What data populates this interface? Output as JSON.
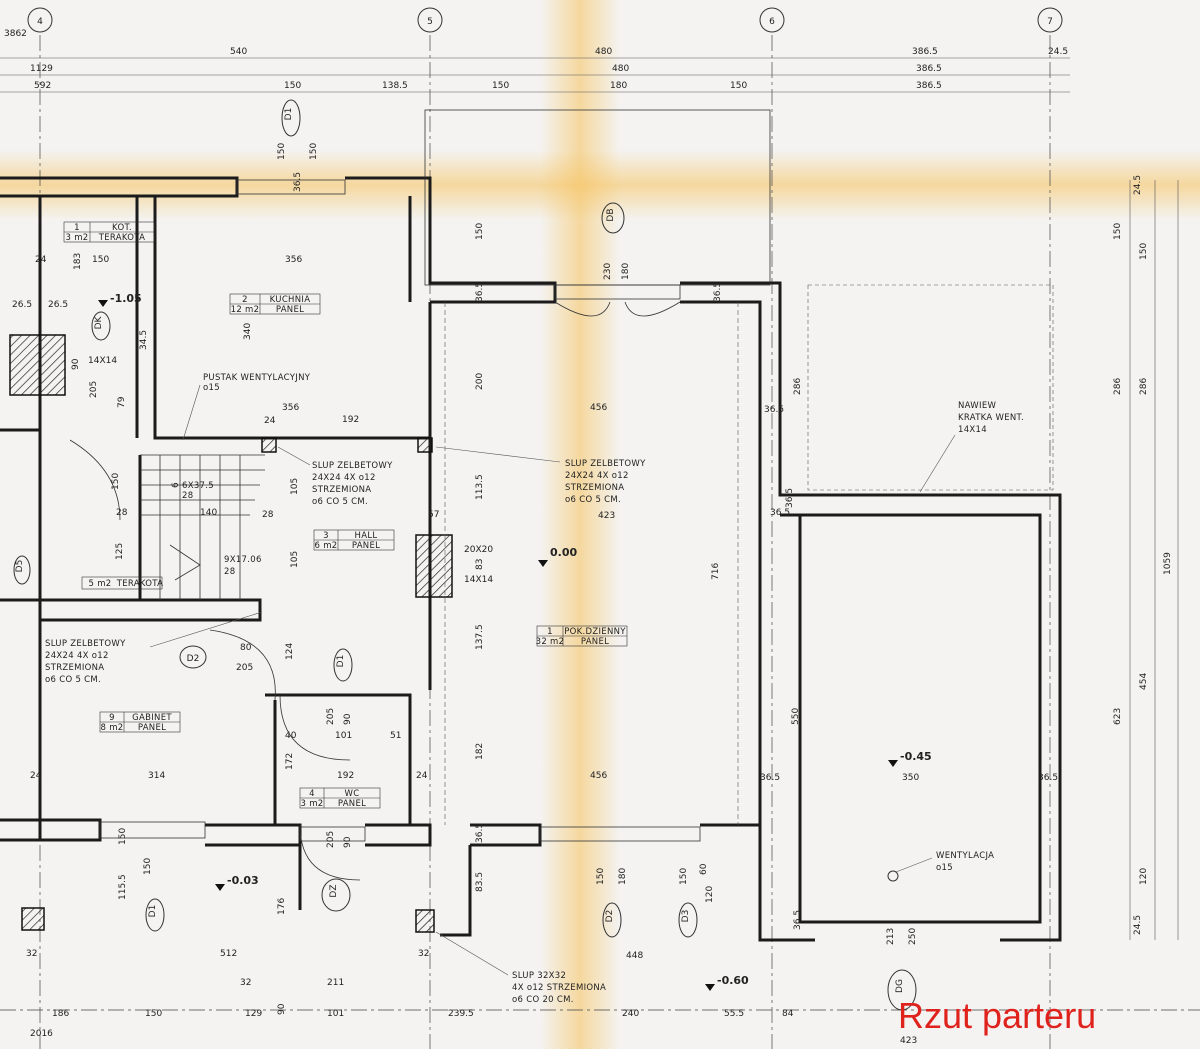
{
  "title": "Rzut parteru",
  "axes": {
    "a4": "4",
    "a5": "5",
    "a6": "6",
    "a7": "7"
  },
  "top_dims": {
    "row1": [
      "540",
      "480",
      "386.5",
      "24.5"
    ],
    "row2": [
      "1129",
      "480",
      "386.5"
    ],
    "row3": [
      "592",
      "150",
      "138.5",
      "150",
      "180",
      "150",
      "386.5"
    ],
    "left_edge": "3862"
  },
  "rooms": {
    "kominek": {
      "no": "1",
      "area": "3 m2",
      "name": "KOT.",
      "floor": "TERAKOTA"
    },
    "kuchnia": {
      "no": "2",
      "area": "12 m2",
      "name": "KUCHNIA",
      "floor": "PANEL"
    },
    "hall": {
      "no": "3",
      "area": "6 m2",
      "name": "HALL",
      "floor": "PANEL"
    },
    "pokoj": {
      "no": "1",
      "area": "32 m2",
      "name": "POK.DZIENNY",
      "floor": "PANEL"
    },
    "gabinet": {
      "no": "9",
      "area": "8 m2",
      "name": "GABINET",
      "floor": "PANEL"
    },
    "wc": {
      "no": "4",
      "area": "3 m2",
      "name": "WC",
      "floor": "PANEL"
    },
    "laz": {
      "area": "5 m2",
      "floor": "TERAKOTA"
    }
  },
  "notes": {
    "pustak": "PUSTAK WENTYLACYJNY",
    "pustak2": "o15",
    "slup1": [
      "SLUP ZELBETOWY",
      "24X24  4X o12",
      "STRZEMIONA",
      "o6 CO 5 CM."
    ],
    "slup2": [
      "SLUP ZELBETOWY",
      "24X24  4X o12",
      "STRZEMIONA",
      "o6 CO 5 CM."
    ],
    "slup3": [
      "SLUP ZELBETOWY",
      "24X24  4X o12",
      "STRZEMIONA",
      "o6 CO 5 CM."
    ],
    "slup4": [
      "SLUP 32X32",
      "4X o12 STRZEMIONA",
      "o6 CO 20 CM."
    ],
    "nawiew": [
      "NAWIEW",
      "KRATKA WENT.",
      "14X14"
    ],
    "wentylacja": [
      "WENTYLACJA",
      "o15"
    ],
    "stairs1": "6X37.5",
    "stairs2": "9X17.06",
    "stairs1b": "28",
    "stairs2b": "28"
  },
  "levels": {
    "l1": "-1.05",
    "l2": "0.00",
    "l3": "-0.45",
    "l4": "-0.03",
    "l5": "-0.60"
  },
  "tags": {
    "d1a": "D1",
    "d1b": "D1",
    "d1c": "D1",
    "d2a": "D2",
    "d2b": "D2",
    "d3": "D3",
    "db": "DB",
    "dk": "DK",
    "dz": "DZ",
    "dg": "DG",
    "d5": "D5"
  },
  "dims": {
    "k1": "150",
    "k2": "183",
    "k3": "24",
    "k4": "26.5",
    "k5": "26.5",
    "k6": "14X14",
    "k7": "90",
    "k8": "205",
    "k9": "79",
    "h1": "356",
    "h2": "340",
    "h3": "24",
    "h4": "356",
    "h5": "192",
    "h6": "456",
    "h7": "105",
    "h8": "105",
    "h9": "423",
    "h10": "57",
    "h11": "20X20",
    "h12": "14X14",
    "h13": "113.5",
    "h14": "83",
    "h15": "137.5",
    "h16": "182",
    "h17": "716",
    "h18": "456",
    "h19": "200",
    "h20": "150",
    "h21": "230",
    "h22": "180",
    "h23": "36.5",
    "h24": "36.5",
    "h25": "36.5",
    "g1": "286",
    "g2": "36.5",
    "g3": "550",
    "g4": "350",
    "g5": "36.5",
    "g6": "36.5",
    "g7": "36.5",
    "r1": "24.5",
    "r2": "150",
    "r3": "150",
    "r4": "286",
    "r5": "286",
    "r6": "1059",
    "r7": "454",
    "r8": "623",
    "r9": "120",
    "r10": "24.5",
    "w1": "80",
    "w2": "205",
    "w3": "124",
    "w4": "40",
    "w5": "101",
    "w6": "51",
    "w7": "172",
    "w8": "192",
    "w9": "205",
    "w10": "90",
    "w11": "314",
    "w12": "24",
    "w13": "24",
    "w14": "205",
    "w15": "90",
    "w16": "36.5",
    "w17": "83.5",
    "w18": "32",
    "b1": "150",
    "b2": "150",
    "b3": "115.5",
    "b4": "176",
    "b5": "512",
    "b6": "32",
    "b7": "211",
    "b8": "32",
    "b9": "448",
    "b10": "186",
    "b11": "150",
    "b12": "129",
    "b13": "90",
    "b14": "101",
    "b15": "239.5",
    "b16": "240",
    "b17": "55.5",
    "b18": "84",
    "b19": "2016",
    "b20": "150",
    "b21": "180",
    "b22": "150",
    "b23": "60",
    "b24": "120",
    "b25": "213",
    "b26": "250",
    "b27": "423",
    "s1": "6",
    "s2": "140",
    "s3": "28",
    "s4": "28",
    "s5": "125",
    "s6": "34.5",
    "s7": "150",
    "s8": "150",
    "s9": "36.5",
    "s10": "36.5",
    "s11": "150"
  }
}
